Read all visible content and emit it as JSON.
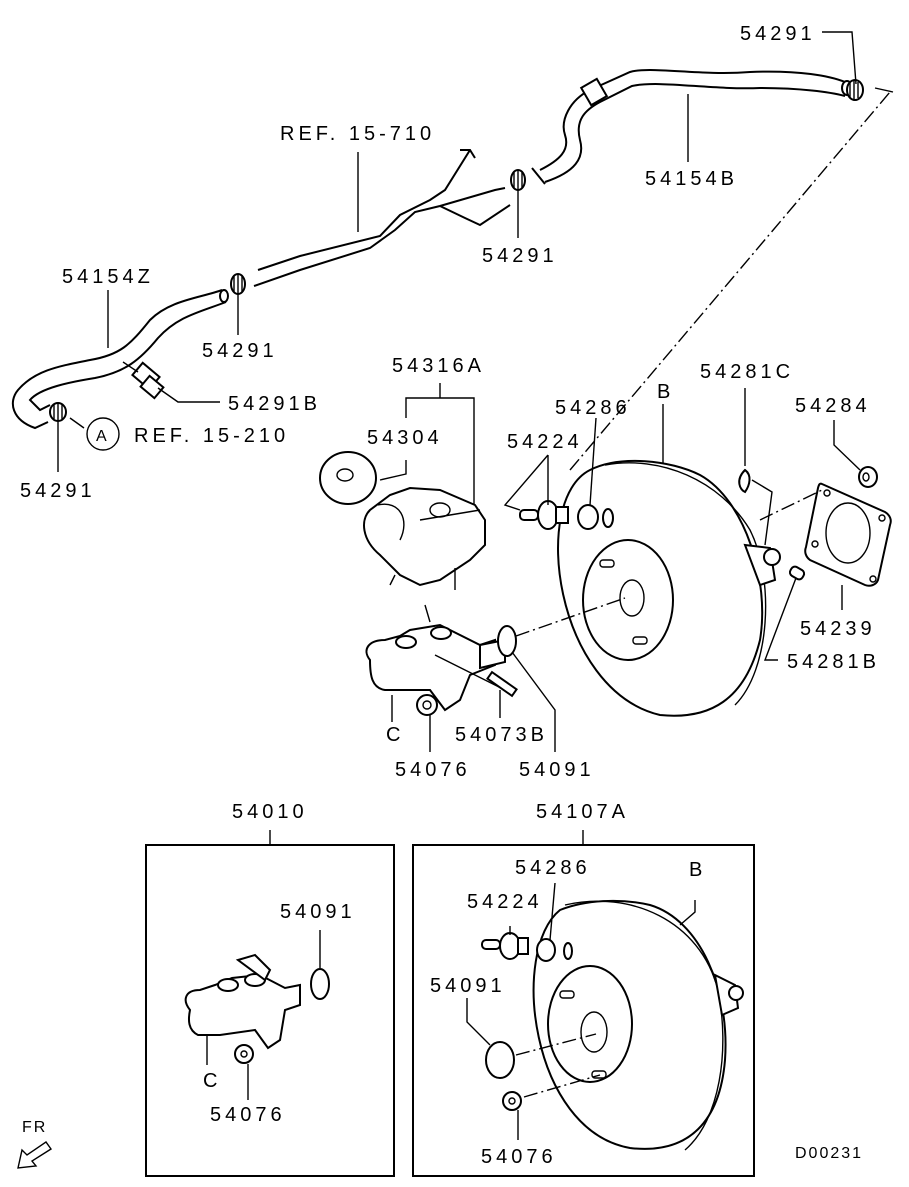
{
  "diagram": {
    "type": "exploded parts diagram",
    "subject": "Brake master cylinder and vacuum booster",
    "drawing_id": "D00231",
    "direction_indicator": "FR",
    "callout_circle": "A",
    "labels": {
      "p54291_top": "54291",
      "p54154B": "54154B",
      "ref_15_710": "REF. 15-710",
      "p54291_mid": "54291",
      "p54154Z": "54154Z",
      "p54291_left": "54291",
      "p54291B": "54291B",
      "ref_15_210": "REF. 15-210",
      "p54291_bottom": "54291",
      "p54316A": "54316A",
      "p54304": "54304",
      "p54224": "54224",
      "p54286": "54286",
      "B": "B",
      "p54281C": "54281C",
      "p54284": "54284",
      "p54239": "54239",
      "p54281B": "54281B",
      "C": "C",
      "p54073B": "54073B",
      "p54076": "54076",
      "p54091": "54091"
    },
    "box_master_cylinder": {
      "title": "54010",
      "p54091": "54091",
      "C": "C",
      "p54076": "54076"
    },
    "box_booster": {
      "title": "54107A",
      "p54286": "54286",
      "B": "B",
      "p54224": "54224",
      "p54091": "54091",
      "p54076": "54076"
    }
  }
}
